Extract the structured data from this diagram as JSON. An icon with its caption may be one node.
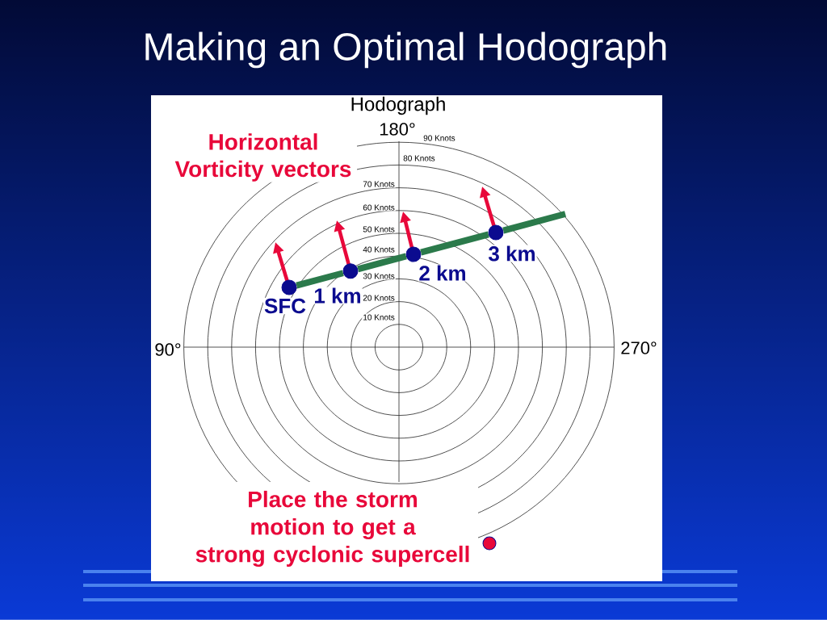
{
  "diagram": {
    "title": "Making an Optimal Hodograph",
    "nodes": [
      {
        "text": [],
        "shape": "circle",
        "beside": [
          "SFC"
        ]
      },
      {
        "text": [],
        "shape": "circle",
        "beside": [
          "1 km"
        ]
      },
      {
        "text": [],
        "shape": "circle",
        "beside": [
          "2 km"
        ]
      },
      {
        "text": [],
        "shape": "circle",
        "beside": [
          "3 km"
        ]
      },
      {
        "text": [],
        "shape": "circle",
        "beside": [
          "Place the storm motion to get a strong cyclonic supercell"
        ]
      }
    ],
    "edges": [
      {
        "from": 0,
        "to": 1,
        "arrow": "none"
      },
      {
        "from": 1,
        "to": 2,
        "arrow": "none"
      },
      {
        "from": 2,
        "to": 3,
        "arrow": "none"
      },
      {
        "from": 3,
        "to": null,
        "arrow": "none"
      }
    ],
    "labels": [
      "Hodograph",
      "180°",
      "Horizontal Vorticity vectors",
      "90 Knots",
      "80 Knots",
      "70 Knots",
      "60 Knots",
      "50 Knots",
      "40 Knots",
      "30 Knots",
      "20 Knots",
      "10 Knots",
      "90°",
      "270°"
    ]
  }
}
